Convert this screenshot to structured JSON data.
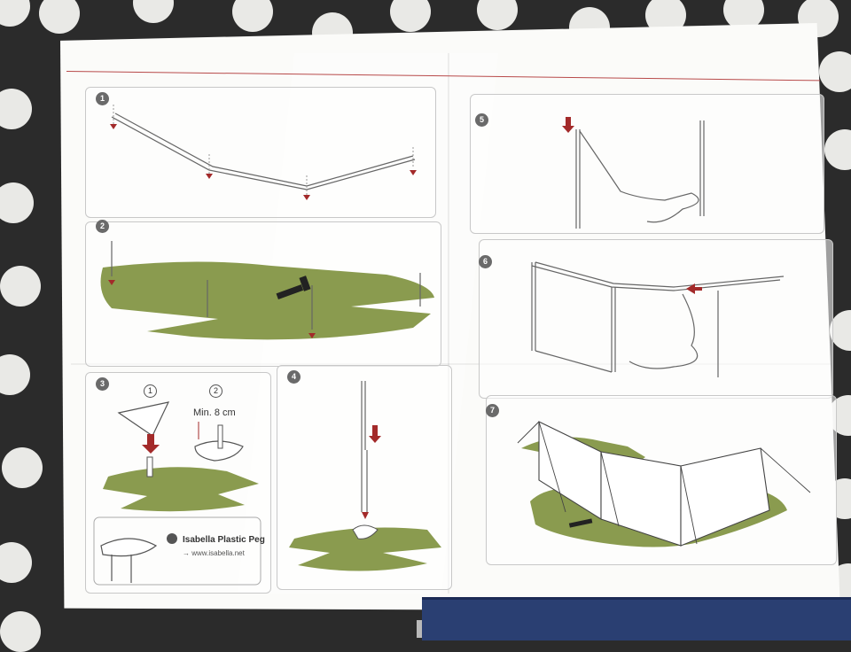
{
  "steps": [
    "1",
    "2",
    "3",
    "4",
    "5",
    "6",
    "7"
  ],
  "step3": {
    "sub1": "1",
    "sub2": "2",
    "min_label": "Min. 8 cm",
    "peg_name": "Isabella Plastic Peg",
    "peg_url": "→ www.isabella.net"
  },
  "colors": {
    "grass": "#8a9b4f",
    "arrow": "#a32a2a",
    "line": "#666666",
    "panel_border": "#c8c8c8"
  }
}
